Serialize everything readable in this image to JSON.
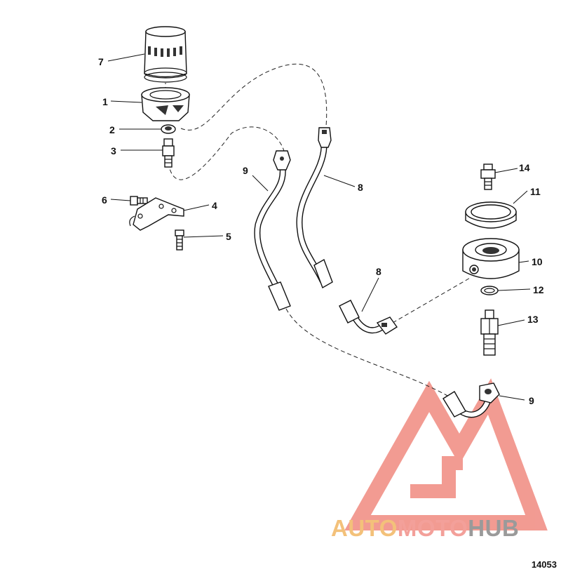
{
  "diagram": {
    "callouts": [
      "7",
      "1",
      "2",
      "3",
      "6",
      "4",
      "5",
      "9",
      "8",
      "14",
      "11",
      "10",
      "12",
      "13",
      "8",
      "9"
    ],
    "id": "14053"
  },
  "watermark": {
    "part1": "AUTO",
    "part2": "MOTO",
    "part3": "HUB"
  },
  "colors": {
    "watermark_triangle": "#f08a80",
    "watermark_auto": "#f3c17a",
    "watermark_moto": "#f3a09a",
    "watermark_hub": "#9a9a9a"
  }
}
